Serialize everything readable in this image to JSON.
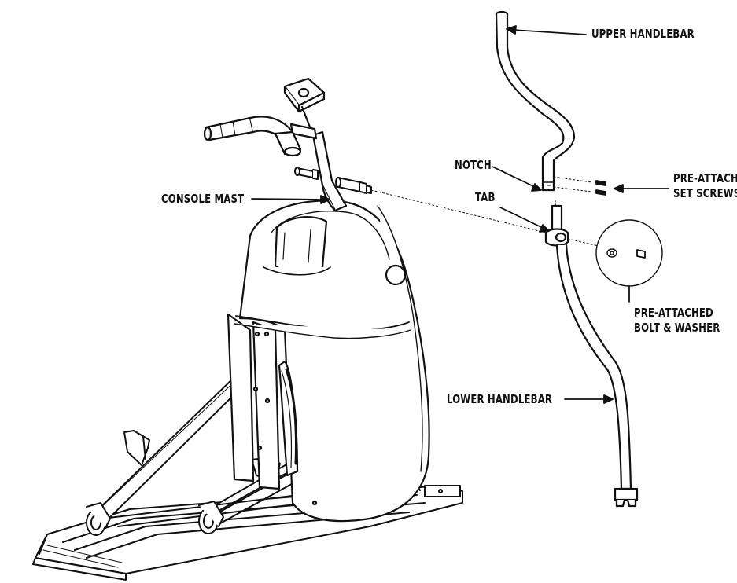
{
  "labels": {
    "upper_handlebar": "UPPER HANDLEBAR",
    "notch": "NOTCH",
    "pre_attached_set_screws": [
      "PRE-ATTACHED",
      "SET SCREWS"
    ],
    "console_mast": "CONSOLE MAST",
    "tab": "TAB",
    "pre_attached_bolt_washer": [
      "PRE-ATTACHED",
      "BOLT & WASHER"
    ],
    "lower_handlebar": "LOWER HANDLEBAR"
  },
  "colors": {
    "ink": "#111111",
    "background": "#ffffff"
  }
}
